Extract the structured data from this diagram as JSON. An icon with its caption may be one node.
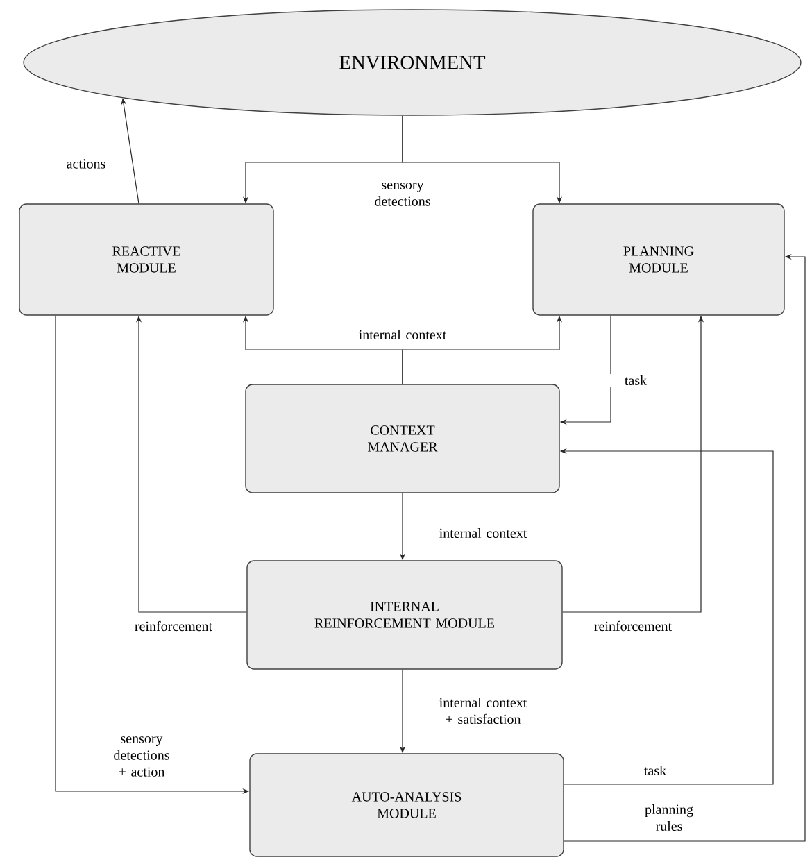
{
  "diagram": {
    "nodes": [
      {
        "text": [
          "ENVIRONMENT"
        ]
      },
      {
        "text": [
          "REACTIVE MODULE"
        ]
      },
      {
        "text": [
          "PLANNING MODULE"
        ]
      },
      {
        "text": [
          "CONTEXT MANAGER"
        ]
      },
      {
        "text": [
          "INTERNAL REINFORCEMENT MODULE"
        ]
      },
      {
        "text": [
          "AUTO-ANALYSIS MODULE"
        ]
      }
    ],
    "edges": [
      {
        "from": 1,
        "to": 0,
        "arrow": "to",
        "label": "actions"
      },
      {
        "from": 0,
        "to": 1,
        "arrow": "to",
        "label": "sensory detections"
      },
      {
        "from": 0,
        "to": 2,
        "arrow": "to"
      },
      {
        "from": 3,
        "to": 1,
        "arrow": "to",
        "label": "internal context"
      },
      {
        "from": 3,
        "to": 2,
        "arrow": "to"
      },
      {
        "from": 2,
        "to": 3,
        "arrow": "to",
        "label": "task"
      },
      {
        "from": 3,
        "to": 4,
        "arrow": "to",
        "label": "internal context"
      },
      {
        "from": 4,
        "to": 1,
        "arrow": "to",
        "label": "reinforcement"
      },
      {
        "from": 4,
        "to": 2,
        "arrow": "to",
        "label": "reinforcement"
      },
      {
        "from": 4,
        "to": 5,
        "arrow": "to",
        "label": "internal context + satisfaction"
      },
      {
        "from": 1,
        "to": 5,
        "arrow": "to",
        "label": "sensory detections + action"
      },
      {
        "from": 5,
        "to": 3,
        "arrow": "to",
        "label": "task"
      },
      {
        "from": 5,
        "to": 2,
        "arrow": "to",
        "label": "planning rules"
      }
    ]
  }
}
